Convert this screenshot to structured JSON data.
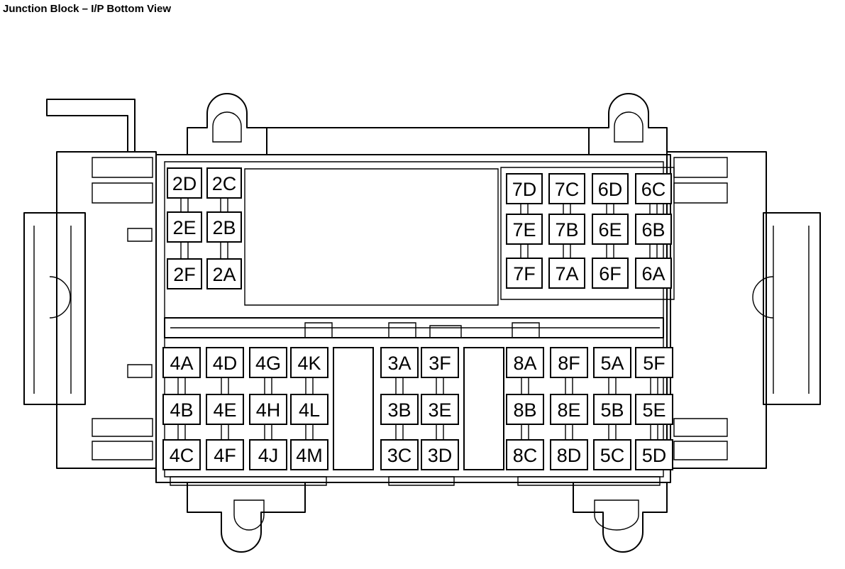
{
  "title": "Junction Block – I/P Bottom View",
  "connectors": [
    "2D",
    "2C",
    "2E",
    "2B",
    "2F",
    "2A",
    "7D",
    "7C",
    "6D",
    "6C",
    "7E",
    "7B",
    "6E",
    "6B",
    "7F",
    "7A",
    "6F",
    "6A",
    "4A",
    "4D",
    "4G",
    "4K",
    "4B",
    "4E",
    "4H",
    "4L",
    "4C",
    "4F",
    "4J",
    "4M",
    "3A",
    "3F",
    "3B",
    "3E",
    "3C",
    "3D",
    "8A",
    "8F",
    "5A",
    "5F",
    "8B",
    "8E",
    "5B",
    "5E",
    "8C",
    "8D",
    "5C",
    "5D"
  ]
}
